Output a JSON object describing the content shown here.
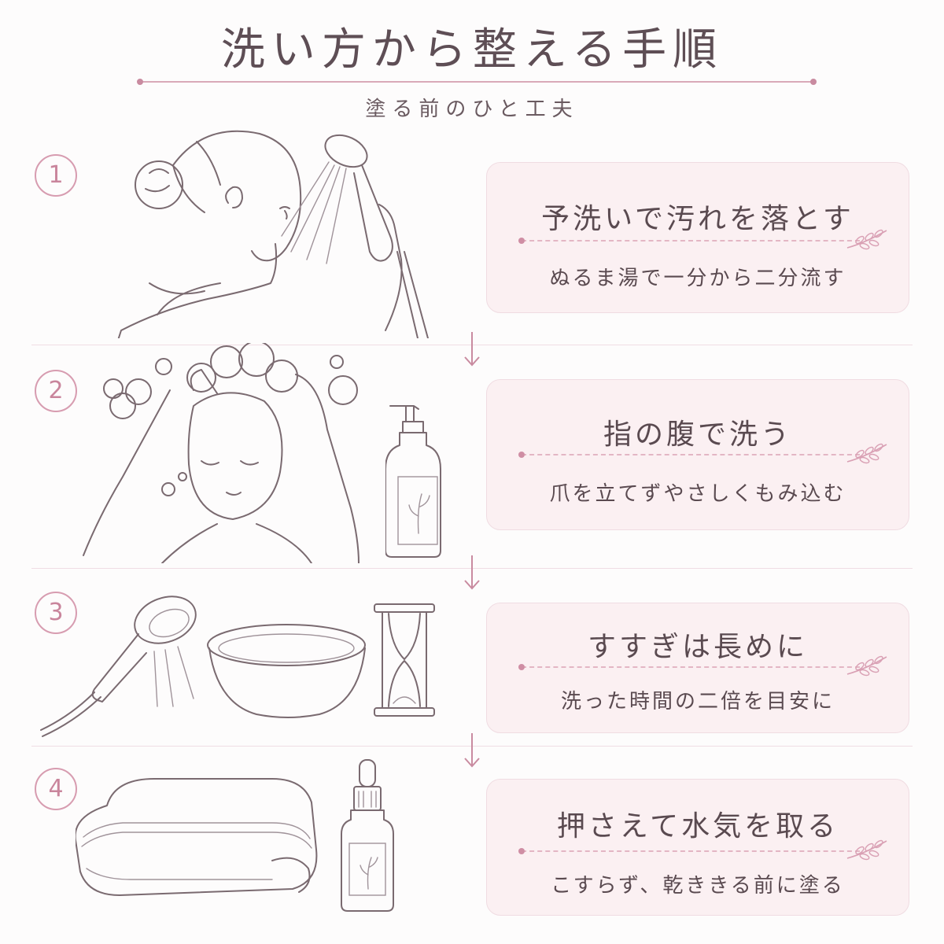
{
  "header": {
    "title": "洗い方から整える手順",
    "subtitle": "塗る前のひと工夫"
  },
  "steps": [
    {
      "number": "1",
      "title": "予洗いで汚れを落とす",
      "description": "ぬるま湯で一分から二分流す"
    },
    {
      "number": "2",
      "title": "指の腹で洗う",
      "description": "爪を立てずやさしくもみ込む"
    },
    {
      "number": "3",
      "title": "すすぎは長めに",
      "description": "洗った時間の二倍を目安に"
    },
    {
      "number": "4",
      "title": "押さえて水気を取る",
      "description": "こすらず、乾ききる前に塗る"
    }
  ],
  "colors": {
    "accent": "#d79cb0",
    "card_background": "#fbf0f2",
    "text": "#5a4a50"
  },
  "icons": [
    "woman-rinsing-hair-icon",
    "shower-head-icon",
    "shampoo-bottle-icon",
    "basin-icon",
    "hourglass-icon",
    "folded-towel-icon",
    "serum-dropper-bottle-icon",
    "leaf-sprig-icon",
    "down-arrow-icon"
  ]
}
